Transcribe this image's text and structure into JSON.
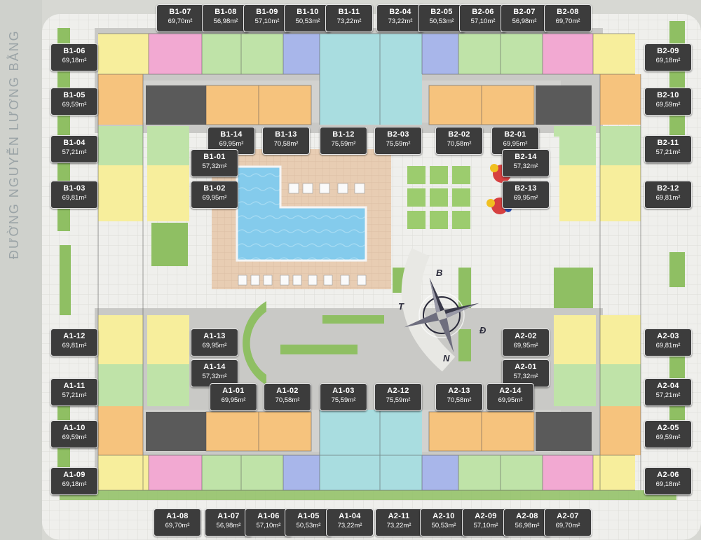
{
  "map": {
    "street_name": "ĐƯỜNG NGUYỄN LƯƠNG BẰNG",
    "compass": {
      "north": "B",
      "south": "N",
      "east": "Đ",
      "west": "T"
    },
    "colors": {
      "background": "#dcdcd6",
      "pavement": "#eeeeea",
      "lawn": "#8fbf63",
      "pool": "#7fc8ea",
      "pool_deck": "#e7c9ad",
      "core": "#5a5a5a",
      "unit_yellow": "#f7ee9c",
      "unit_green": "#bfe3a8",
      "unit_orange": "#f6c37d",
      "unit_pink": "#f2a9d2",
      "unit_blue": "#a8b6ea",
      "unit_teal": "#a9dde0"
    },
    "units": [
      {
        "code": "B1-07",
        "area": "69,70m²"
      },
      {
        "code": "B1-08",
        "area": "56,98m²"
      },
      {
        "code": "B1-09",
        "area": "57,10m²"
      },
      {
        "code": "B1-10",
        "area": "50,53m²"
      },
      {
        "code": "B1-11",
        "area": "73,22m²"
      },
      {
        "code": "B2-04",
        "area": "73,22m²"
      },
      {
        "code": "B2-05",
        "area": "50,53m²"
      },
      {
        "code": "B2-06",
        "area": "57,10m²"
      },
      {
        "code": "B2-07",
        "area": "56,98m²"
      },
      {
        "code": "B2-08",
        "area": "69,70m²"
      },
      {
        "code": "B1-06",
        "area": "69,18m²"
      },
      {
        "code": "B1-05",
        "area": "69,59m²"
      },
      {
        "code": "B1-04",
        "area": "57,21m²"
      },
      {
        "code": "B1-03",
        "area": "69,81m²"
      },
      {
        "code": "B2-09",
        "area": "69,18m²"
      },
      {
        "code": "B2-10",
        "area": "69,59m²"
      },
      {
        "code": "B2-11",
        "area": "57,21m²"
      },
      {
        "code": "B2-12",
        "area": "69,81m²"
      },
      {
        "code": "B1-14",
        "area": "69,95m²"
      },
      {
        "code": "B1-13",
        "area": "70,58m²"
      },
      {
        "code": "B1-12",
        "area": "75,59m²"
      },
      {
        "code": "B2-03",
        "area": "75,59m²"
      },
      {
        "code": "B2-02",
        "area": "70,58m²"
      },
      {
        "code": "B2-01",
        "area": "69,95m²"
      },
      {
        "code": "B1-01",
        "area": "57,32m²"
      },
      {
        "code": "B1-02",
        "area": "69,95m²"
      },
      {
        "code": "B2-14",
        "area": "57,32m²"
      },
      {
        "code": "B2-13",
        "area": "69,95m²"
      },
      {
        "code": "A1-12",
        "area": "69,81m²"
      },
      {
        "code": "A1-13",
        "area": "69,95m²"
      },
      {
        "code": "A1-14",
        "area": "57,32m²"
      },
      {
        "code": "A2-02",
        "area": "69,95m²"
      },
      {
        "code": "A2-03",
        "area": "69,81m²"
      },
      {
        "code": "A2-01",
        "area": "57,32m²"
      },
      {
        "code": "A1-11",
        "area": "57,21m²"
      },
      {
        "code": "A2-04",
        "area": "57,21m²"
      },
      {
        "code": "A1-01",
        "area": "69,95m²"
      },
      {
        "code": "A1-02",
        "area": "70,58m²"
      },
      {
        "code": "A1-03",
        "area": "75,59m²"
      },
      {
        "code": "A2-12",
        "area": "75,59m²"
      },
      {
        "code": "A2-13",
        "area": "70,58m²"
      },
      {
        "code": "A2-14",
        "area": "69,95m²"
      },
      {
        "code": "A1-10",
        "area": "69,59m²"
      },
      {
        "code": "A2-05",
        "area": "69,59m²"
      },
      {
        "code": "A1-09",
        "area": "69,18m²"
      },
      {
        "code": "A2-06",
        "area": "69,18m²"
      },
      {
        "code": "A1-08",
        "area": "69,70m²"
      },
      {
        "code": "A1-07",
        "area": "56,98m²"
      },
      {
        "code": "A1-06",
        "area": "57,10m²"
      },
      {
        "code": "A1-05",
        "area": "50,53m²"
      },
      {
        "code": "A1-04",
        "area": "73,22m²"
      },
      {
        "code": "A2-11",
        "area": "73,22m²"
      },
      {
        "code": "A2-10",
        "area": "50,53m²"
      },
      {
        "code": "A2-09",
        "area": "57,10m²"
      },
      {
        "code": "A2-08",
        "area": "56,98m²"
      },
      {
        "code": "A2-07",
        "area": "69,70m²"
      }
    ]
  }
}
